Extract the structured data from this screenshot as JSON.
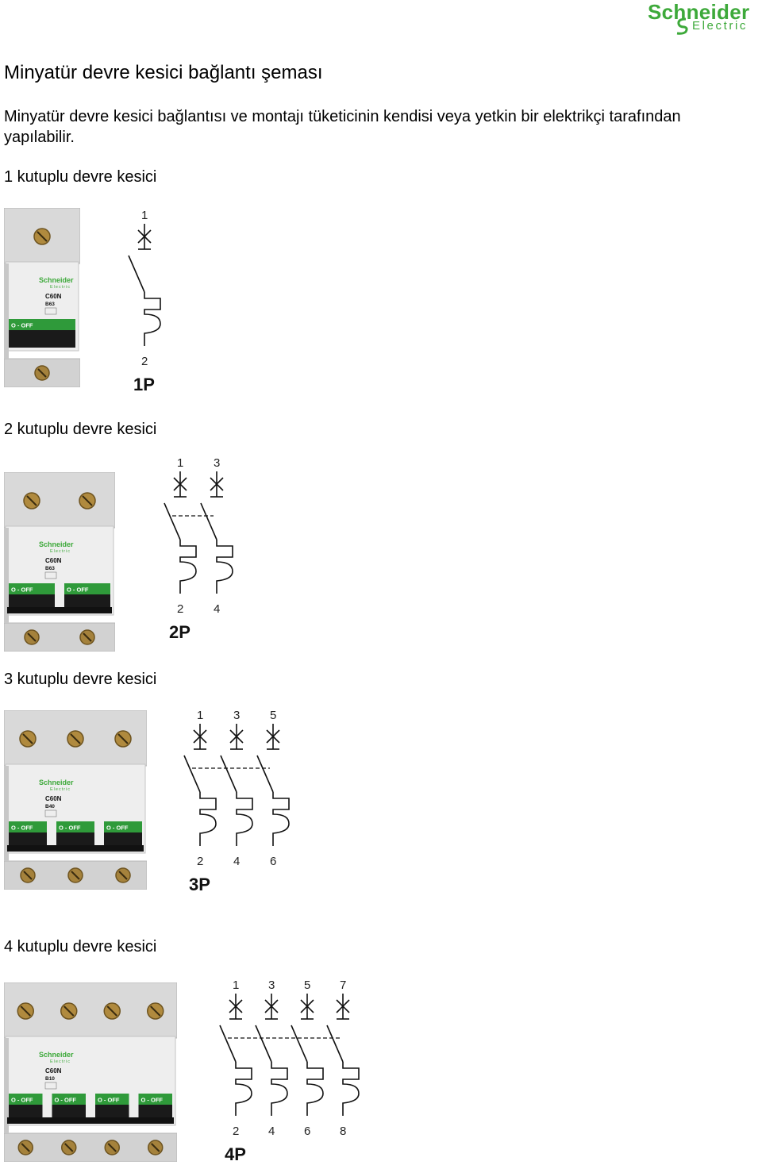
{
  "header": {
    "brand_name": "Schneider",
    "brand_sub": "Electric",
    "brand_color": "#3DA93A"
  },
  "document": {
    "title": "Minyatür devre kesici bağlantı şeması",
    "intro": "Minyatür devre kesici bağlantısı ve montajı tüketicinin kendisi veya yetkin bir elektrikçi tarafından yapılabilir."
  },
  "sections": [
    {
      "label": "1 kutuplu devre kesici",
      "poles": 1,
      "code": "1P",
      "top_terminals": [
        "1"
      ],
      "bottom_terminals": [
        "2"
      ],
      "device": {
        "brand": "Schneider",
        "sub": "Electric",
        "model": "C60N",
        "rating": "B63",
        "switch": "O - OFF"
      }
    },
    {
      "label": "2 kutuplu devre kesici",
      "poles": 2,
      "code": "2P",
      "top_terminals": [
        "1",
        "3"
      ],
      "bottom_terminals": [
        "2",
        "4"
      ],
      "device": {
        "brand": "Schneider",
        "sub": "Electric",
        "model": "C60N",
        "rating": "B63",
        "switch": "O - OFF"
      }
    },
    {
      "label": "3 kutuplu devre kesici",
      "poles": 3,
      "code": "3P",
      "top_terminals": [
        "1",
        "3",
        "5"
      ],
      "bottom_terminals": [
        "2",
        "4",
        "6"
      ],
      "device": {
        "brand": "Schneider",
        "sub": "Electric",
        "model": "C60N",
        "rating": "B40",
        "switch": "O - OFF"
      }
    },
    {
      "label": "4 kutuplu devre kesici",
      "poles": 4,
      "code": "4P",
      "top_terminals": [
        "1",
        "3",
        "5",
        "7"
      ],
      "bottom_terminals": [
        "2",
        "4",
        "6",
        "8"
      ],
      "device": {
        "brand": "Schneider",
        "sub": "Electric",
        "model": "C60N",
        "rating": "B10",
        "switch": "O - OFF"
      }
    }
  ]
}
